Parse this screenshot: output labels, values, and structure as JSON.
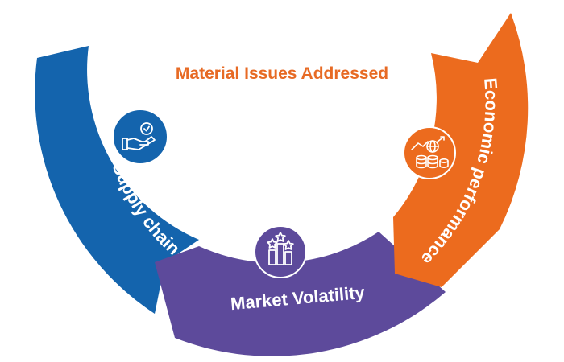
{
  "title": "Material Issues Addressed",
  "segments": [
    {
      "label": "Sustainable Supply chain",
      "color": "#1464ad",
      "icon": "hand-gear-icon"
    },
    {
      "label": "Market Volatility",
      "color": "#5d4a9b",
      "icon": "bars-stars-icon"
    },
    {
      "label": "Economic performance",
      "color": "#ec6b1e",
      "icon": "globe-coins-icon"
    }
  ],
  "colors": {
    "title": "#e76a24",
    "blue": "#1464ad",
    "purple": "#5d4a9b",
    "orange": "#ec6b1e",
    "icon_line": "#ffffff"
  }
}
